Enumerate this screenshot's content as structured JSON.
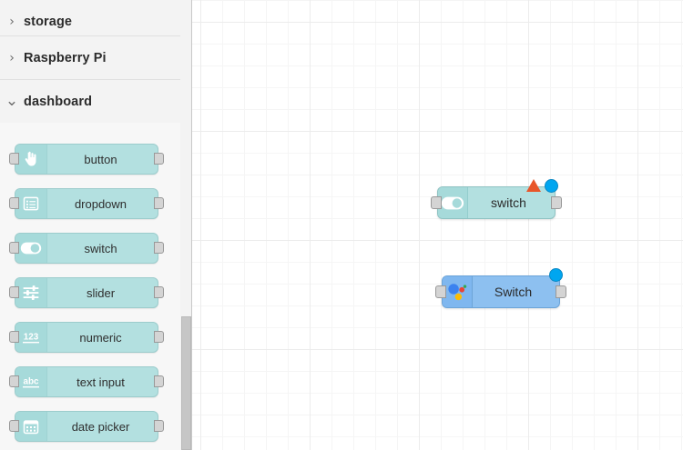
{
  "palette": {
    "categories": [
      {
        "name": "storage",
        "label": "storage",
        "expanded": false,
        "chevron": "›"
      },
      {
        "name": "raspberry-pi",
        "label": "Raspberry Pi",
        "expanded": false,
        "chevron": "›"
      },
      {
        "name": "dashboard",
        "label": "dashboard",
        "expanded": true,
        "chevron": "⌄"
      }
    ],
    "dashboard_nodes": [
      {
        "label": "button",
        "icon": "pointer-hand-icon"
      },
      {
        "label": "dropdown",
        "icon": "list-box-icon"
      },
      {
        "label": "switch",
        "icon": "toggle-switch-icon"
      },
      {
        "label": "slider",
        "icon": "sliders-icon"
      },
      {
        "label": "numeric",
        "icon": "numeric-123-icon"
      },
      {
        "label": "text input",
        "icon": "text-abc-icon"
      },
      {
        "label": "date picker",
        "icon": "calendar-icon"
      }
    ],
    "scrollbar": {
      "name": "palette-scrollbar"
    }
  },
  "canvas": {
    "nodes": [
      {
        "label": "switch",
        "icon": "toggle-switch-icon",
        "color": "#b3e0e0",
        "status": {
          "changed": true,
          "warning": true
        }
      },
      {
        "label": "Switch",
        "icon": "google-assistant-icon",
        "color": "#8dc0f0",
        "status": {
          "changed": true,
          "warning": false
        }
      }
    ]
  },
  "colors": {
    "node_cyan": "#b3e0e0",
    "node_blue": "#8dc0f0",
    "changed_dot": "#00a6f0",
    "warning_triangle": "#e8562a",
    "sidebar_bg": "#f3f3f3",
    "canvas_grid": "#ececec"
  }
}
